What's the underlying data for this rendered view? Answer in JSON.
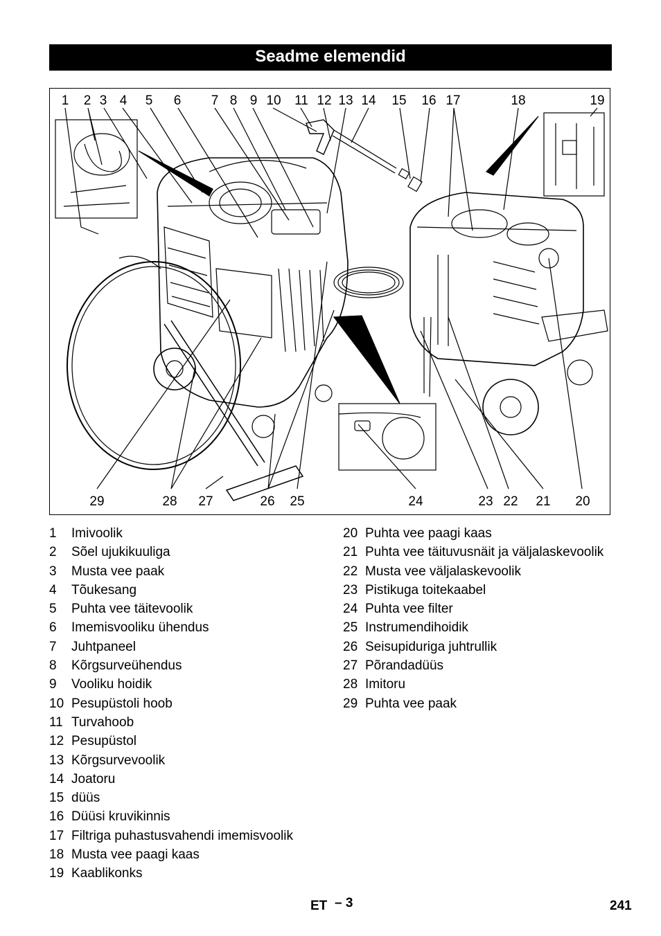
{
  "title": "Seadme elemendid",
  "figure": {
    "top_callouts": [
      "1",
      "2",
      "3",
      "4",
      "5",
      "6",
      "7",
      "8",
      "9",
      "10",
      "11",
      "12",
      "13",
      "14",
      "15",
      "16",
      "17",
      "18",
      "19"
    ],
    "bottom_callouts": [
      "29",
      "28",
      "27",
      "26",
      "25",
      "24",
      "23",
      "22",
      "21",
      "20"
    ]
  },
  "legend_left": [
    {
      "num": "1",
      "text": "Imivoolik"
    },
    {
      "num": "2",
      "text": "Sõel ujukikuuliga"
    },
    {
      "num": "3",
      "text": "Musta vee paak"
    },
    {
      "num": "4",
      "text": "Tõukesang"
    },
    {
      "num": "5",
      "text": "Puhta vee täitevoolik"
    },
    {
      "num": "6",
      "text": "Imemisvooliku ühendus"
    },
    {
      "num": "7",
      "text": "Juhtpaneel"
    },
    {
      "num": "8",
      "text": "Kõrgsurveühendus"
    },
    {
      "num": "9",
      "text": "Vooliku hoidik"
    },
    {
      "num": "10",
      "text": "Pesupüstoli hoob"
    },
    {
      "num": "11",
      "text": "Turvahoob"
    },
    {
      "num": "12",
      "text": "Pesupüstol"
    },
    {
      "num": "13",
      "text": "Kõrgsurvevoolik"
    },
    {
      "num": "14",
      "text": "Joatoru"
    },
    {
      "num": "15",
      "text": "düüs"
    },
    {
      "num": "16",
      "text": "Düüsi kruvikinnis"
    },
    {
      "num": "17",
      "text": "Filtriga puhastusvahendi imemisvoolik"
    },
    {
      "num": "18",
      "text": "Musta vee paagi kaas"
    },
    {
      "num": "19",
      "text": "Kaablikonks"
    }
  ],
  "legend_right": [
    {
      "num": "20",
      "text": "Puhta vee paagi kaas"
    },
    {
      "num": "21",
      "text": "Puhta vee täituvusnäit ja väljalaskevoolik"
    },
    {
      "num": "22",
      "text": "Musta vee väljalaskevoolik"
    },
    {
      "num": "23",
      "text": "Pistikuga toitekaabel"
    },
    {
      "num": "24",
      "text": "Puhta vee filter"
    },
    {
      "num": "25",
      "text": "Instrumendihoidik"
    },
    {
      "num": "26",
      "text": "Seisupiduriga juhtrullik"
    },
    {
      "num": "27",
      "text": "Põrandadüüs"
    },
    {
      "num": "28",
      "text": "Imitoru"
    },
    {
      "num": "29",
      "text": "Puhta vee paak"
    }
  ],
  "footer": {
    "lang": "ET",
    "dash": "– 3",
    "page": "241"
  }
}
